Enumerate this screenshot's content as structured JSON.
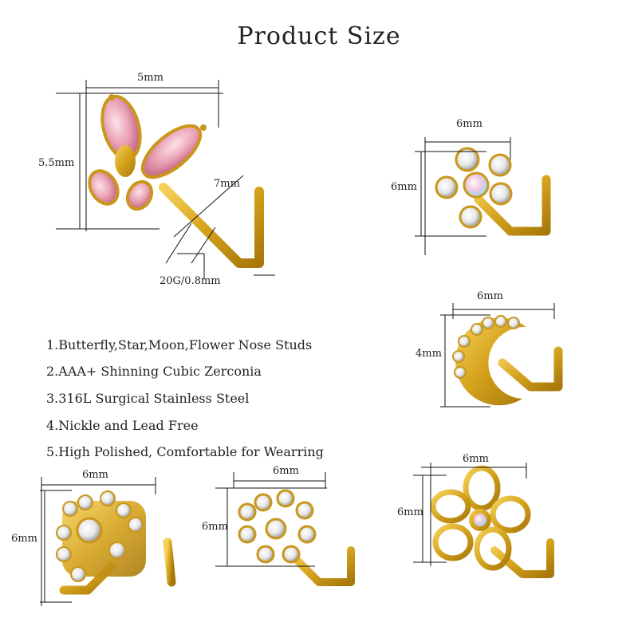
{
  "title": "Product Size",
  "dimensions": {
    "butterfly_width": "5mm",
    "butterfly_height": "5.5mm",
    "butterfly_length": "7mm",
    "gauge": "20G/0.8mm",
    "star_width": "6mm",
    "star_height": "6mm",
    "moon_width": "6mm",
    "moon_height": "4mm",
    "cluster_width": "6mm",
    "cluster_height": "6mm",
    "snowflake_width": "6mm",
    "snowflake_height": "6mm",
    "flower_width": "6mm",
    "flower_height": "6mm"
  },
  "features": [
    "1.Butterfly,Star,Moon,Flower Nose Studs",
    "2.AAA+ Shinning Cubic Zerconia",
    "3.316L Surgical Stainless Steel",
    "4.Nickle and Lead Free",
    "5.High Polished, Comfortable for Wearring"
  ],
  "colors": {
    "gold": "#d4a21c",
    "gold_dark": "#a8780a",
    "pink_gem": "#e8a0b4",
    "crystal": "#f2f2f2"
  }
}
